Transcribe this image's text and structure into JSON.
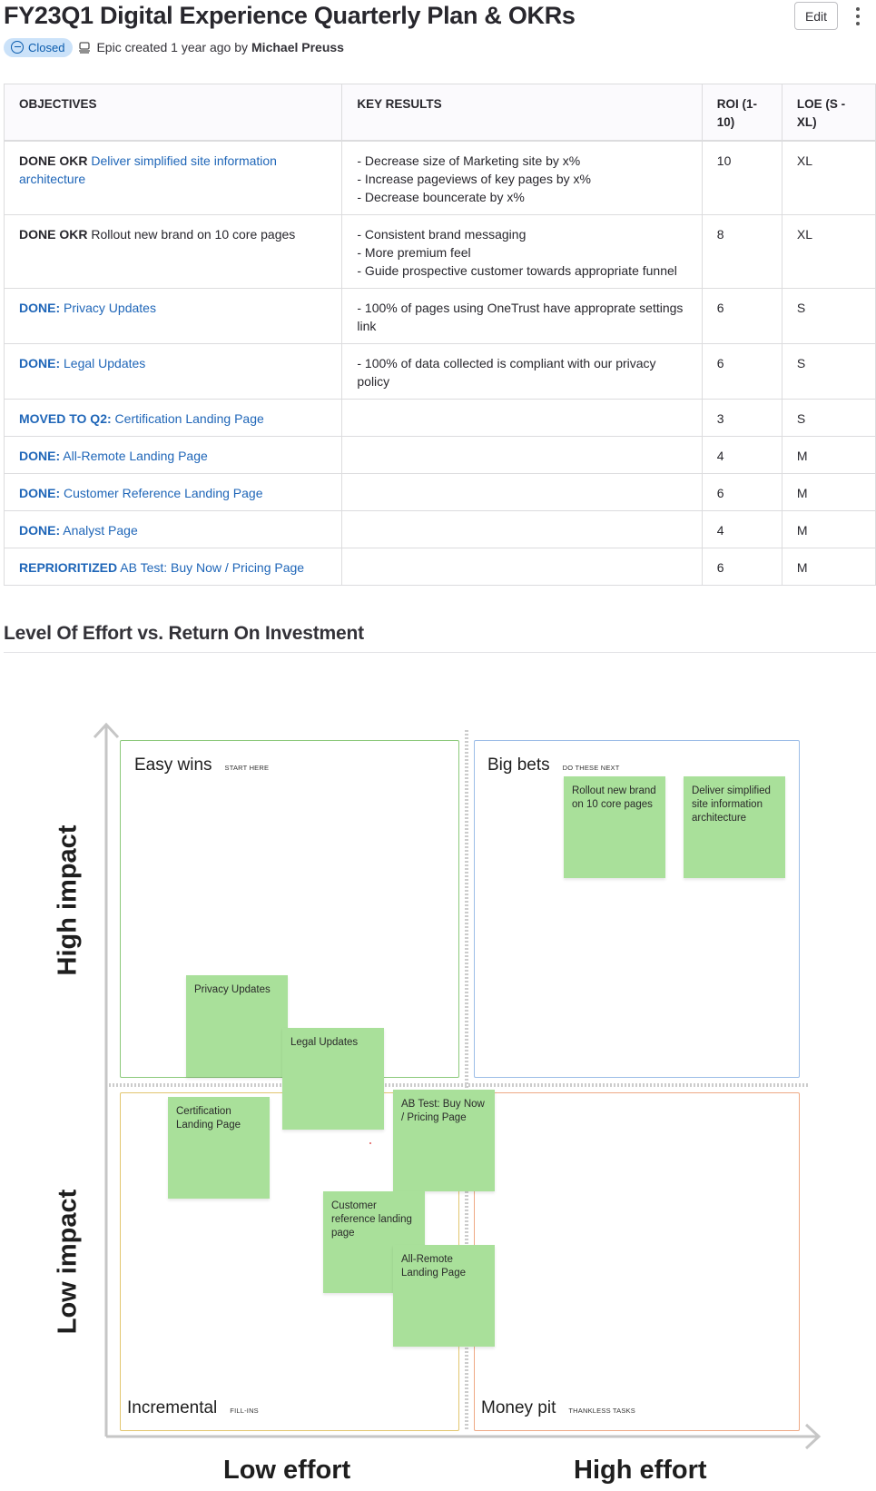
{
  "header": {
    "title": "FY23Q1 Digital Experience Quarterly Plan & OKRs",
    "edit_label": "Edit",
    "status": "Closed",
    "meta_text": "Epic created 1 year ago by",
    "author": "Michael Preuss"
  },
  "table": {
    "headers": [
      "OBJECTIVES",
      "KEY RESULTS",
      "ROI (1-10)",
      "LOE (S - XL)"
    ],
    "rows": [
      {
        "prefix": "DONE OKR",
        "objective": "Deliver simplified site information architecture",
        "key_results": [
          "- Decrease size of Marketing site by x%",
          "- Increase pageviews of key pages by x%",
          "- Decrease bouncerate by x%"
        ],
        "roi": "10",
        "loe": "XL"
      },
      {
        "prefix": "DONE OKR",
        "objective": "Rollout new brand on 10 core pages",
        "key_results": [
          "- Consistent brand messaging",
          "- More premium feel",
          "- Guide prospective customer towards appropriate funnel"
        ],
        "roi": "8",
        "loe": "XL"
      },
      {
        "prefix": "DONE:",
        "objective": "Privacy Updates",
        "key_results": [
          "- 100% of pages using OneTrust have approprate settings link"
        ],
        "roi": "6",
        "loe": "S"
      },
      {
        "prefix": "DONE:",
        "objective": "Legal Updates",
        "key_results": [
          "- 100% of data collected is compliant with our privacy policy"
        ],
        "roi": "6",
        "loe": "S"
      },
      {
        "prefix": "MOVED TO Q2:",
        "objective": "Certification Landing Page",
        "key_results": [],
        "roi": "3",
        "loe": "S"
      },
      {
        "prefix": "DONE:",
        "objective": "All-Remote Landing Page",
        "key_results": [],
        "roi": "4",
        "loe": "M"
      },
      {
        "prefix": "DONE:",
        "objective": "Customer Reference Landing Page",
        "key_results": [],
        "roi": "6",
        "loe": "M"
      },
      {
        "prefix": "DONE:",
        "objective": "Analyst Page",
        "key_results": [],
        "roi": "4",
        "loe": "M"
      },
      {
        "prefix": "REPRIORITIZED",
        "objective": "AB Test: Buy Now / Pricing Page",
        "key_results": [],
        "roi": "6",
        "loe": "M"
      }
    ]
  },
  "section_heading": "Level Of Effort vs. Return On Investment",
  "matrix": {
    "y_axis": {
      "high": "High impact",
      "low": "Low impact"
    },
    "x_axis": {
      "low": "Low effort",
      "high": "High effort"
    },
    "quadrants": {
      "easy": {
        "name": "Easy wins",
        "tag": "START HERE"
      },
      "big": {
        "name": "Big bets",
        "tag": "DO THESE NEXT"
      },
      "incremental": {
        "name": "Incremental",
        "tag": "FILL-INS"
      },
      "money": {
        "name": "Money pit",
        "tag": "THANKLESS TASKS"
      }
    },
    "stickies": {
      "rollout": "Rollout new brand on 10 core pages",
      "simplified": "Deliver simplified site information architecture",
      "privacy": "Privacy Updates",
      "legal": "Legal Updates",
      "certification": "Certification Landing Page",
      "abtest": "AB Test: Buy Now / Pricing Page",
      "customer": "Customer reference landing page",
      "allremote": "All-Remote Landing Page"
    }
  },
  "colors": {
    "link": "#1f66b8",
    "sticky": "#a9e09a",
    "easy_border": "#8cc97b",
    "big_border": "#9cbde7",
    "incremental_border": "#e2c66f",
    "money_border": "#eea985"
  }
}
